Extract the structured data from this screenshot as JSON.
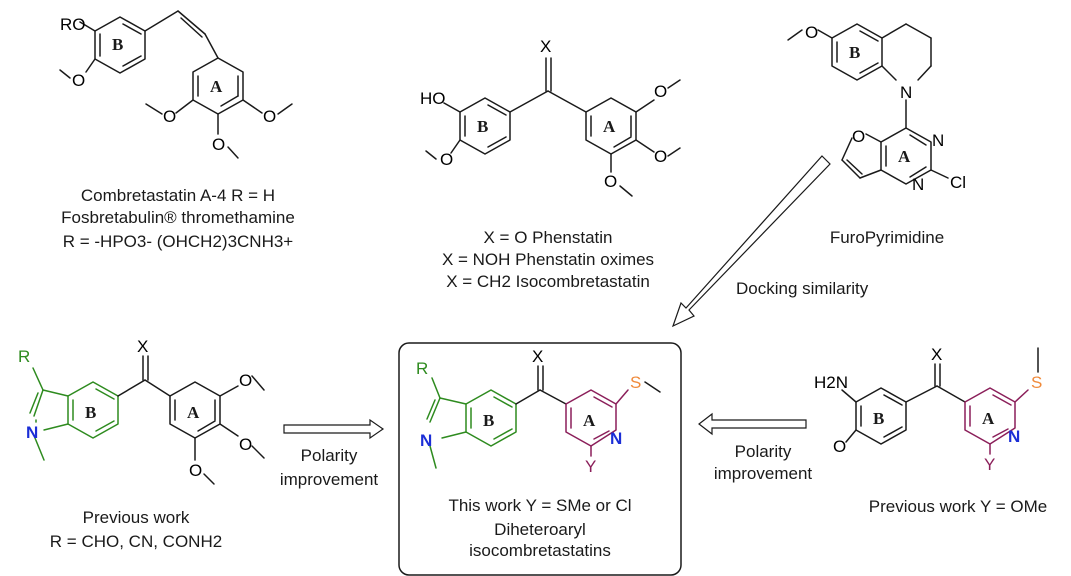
{
  "captions": {
    "ca4_line1": "Combretastatin A-4 R = H",
    "ca4_line2": "Fosbretabulin® thromethamine",
    "ca4_line3": "R = -HPO3- (OHCH2)3CNH3+",
    "phen_line1": "X = O Phenstatin",
    "phen_line2": "X = NOH Phenstatin oximes",
    "phen_line3": "X = CH2 Isocombretastatin",
    "furo": "FuroPyrimidine",
    "docking": "Docking similarity",
    "prev_left_1": "Previous work",
    "prev_left_2": "R = CHO, CN, CONH2",
    "polarity_1": "Polarity",
    "polarity_2": "improvement",
    "this_1": "This work Y = SMe or Cl",
    "this_2": "Diheteroaryl",
    "this_3": "isocombretastatins",
    "prev_right": "Previous work Y = OMe"
  },
  "atoms": {
    "R": "R",
    "RO": "RO",
    "HO": "HO",
    "X": "X",
    "O": "O",
    "N": "N",
    "Cl": "Cl",
    "S": "S",
    "Y": "Y",
    "H2N": "H2N"
  },
  "rings": {
    "A": "A",
    "B": "B"
  },
  "colors": {
    "indole": "#2e8b1f",
    "pyridine_ring": "#8b1f5a",
    "pyridine_n": "#1b2ed6",
    "sulfur": "#f08a3a"
  }
}
